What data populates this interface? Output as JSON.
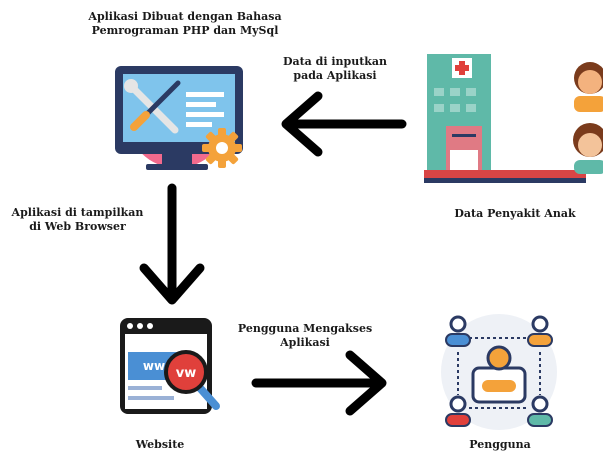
{
  "diagram": {
    "nodes": {
      "app": {
        "caption_line1": "Aplikasi Dibuat dengan Bahasa",
        "caption_line2": "Pemrograman PHP dan MySql",
        "icon": "monitor-tools-gear-icon"
      },
      "hospital": {
        "caption": "Data Penyakit Anak",
        "icon": "hospital-children-icon"
      },
      "website": {
        "caption": "Website",
        "icon": "browser-www-magnifier-icon"
      },
      "users": {
        "caption": "Pengguna",
        "icon": "user-network-icon"
      }
    },
    "edges": {
      "input": {
        "line1": "Data di inputkan",
        "line2": "pada Aplikasi"
      },
      "display": {
        "line1": "Aplikasi di tampilkan",
        "line2": "di Web Browser"
      },
      "access": {
        "line1": "Pengguna Mengakses",
        "line2": "Aplikasi"
      }
    },
    "colors": {
      "navy": "#2b3a63",
      "pink": "#f26a8d",
      "orange": "#f4a23a",
      "teal": "#5fb9a8",
      "red": "#e0403b",
      "blue": "#4a8fd4"
    }
  }
}
